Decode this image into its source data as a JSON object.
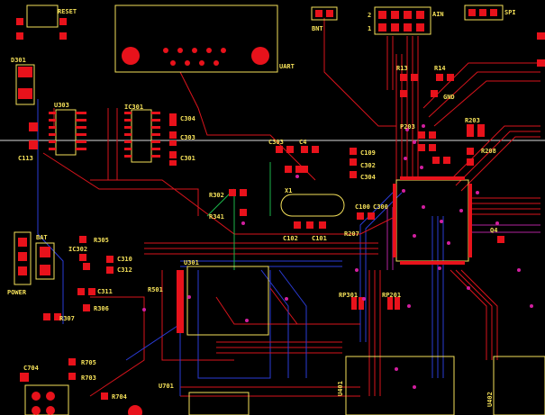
{
  "labels": {
    "reset": "RESET",
    "d301": "D301",
    "u303": "U303",
    "c113": "C113",
    "ic301": "IC301",
    "c304": "C304",
    "c303": "C303",
    "c301": "C301",
    "uart": "UART",
    "bnt": "BNT",
    "pin2": "2",
    "pin1": "1",
    "ain": "AIN",
    "spi": "SPI",
    "r13": "R13",
    "r14": "R14",
    "gnd": "GND",
    "p203": "P203",
    "r203": "R203",
    "r208": "R208",
    "c303b": "C303",
    "c4": "C4",
    "c109": "C109",
    "c302": "C302",
    "c304b": "C304",
    "r302": "R302",
    "x1": "X1",
    "r341": "R341",
    "c100": "C100",
    "c102": "C102",
    "c101": "C101",
    "r207": "R207",
    "c300": "C300",
    "q4": "Q4",
    "bat": "BAT",
    "ic302": "IC302",
    "r305": "R305",
    "c310": "C310",
    "c312": "C312",
    "u301": "U301",
    "r501": "R501",
    "power": "POWER",
    "c311": "C311",
    "r306": "R306",
    "r307": "R307",
    "rp301": "RP301",
    "rp201": "RP201",
    "c704": "C704",
    "r705": "R705",
    "r703": "R703",
    "u701": "U701",
    "r704": "R704",
    "u401": "U401",
    "u402": "U402"
  },
  "colors": {
    "background": "#000000",
    "silkscreen": "#f5e15a",
    "pad": "#e8121b",
    "via": "#d21fa0",
    "trace_top": "#d8141c",
    "trace_bottom": "#2a3bd6",
    "trace_inner": "#1bb34a"
  }
}
